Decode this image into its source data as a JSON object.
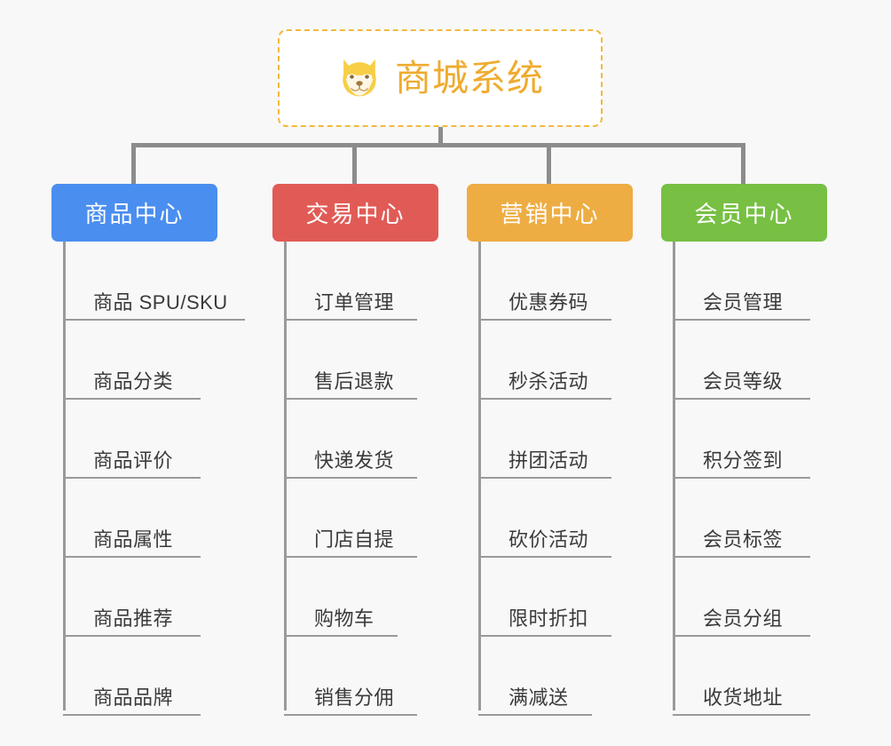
{
  "root": {
    "title": "商城系统",
    "icon": "shiba-dog-face-icon",
    "border_color": "#f2b93c",
    "text_color": "#efab2e",
    "background": "#ffffff"
  },
  "canvas": {
    "background": "#f8f8f8",
    "connector_color": "#8c8c8c",
    "rule_color": "#9a9a9a",
    "leaf_text_color": "#3a3a3a"
  },
  "columns": [
    {
      "title": "商品中心",
      "color": "#4a8ef0",
      "items": [
        "商品 SPU/SKU",
        "商品分类",
        "商品评价",
        "商品属性",
        "商品推荐",
        "商品品牌"
      ]
    },
    {
      "title": "交易中心",
      "color": "#e15b56",
      "items": [
        "订单管理",
        "售后退款",
        "快递发货",
        "门店自提",
        "购物车",
        "销售分佣"
      ]
    },
    {
      "title": "营销中心",
      "color": "#eead43",
      "items": [
        "优惠券码",
        "秒杀活动",
        "拼团活动",
        "砍价活动",
        "限时折扣",
        "满减送"
      ]
    },
    {
      "title": "会员中心",
      "color": "#77c043",
      "items": [
        "会员管理",
        "会员等级",
        "积分签到",
        "会员标签",
        "会员分组",
        "收货地址"
      ]
    }
  ]
}
